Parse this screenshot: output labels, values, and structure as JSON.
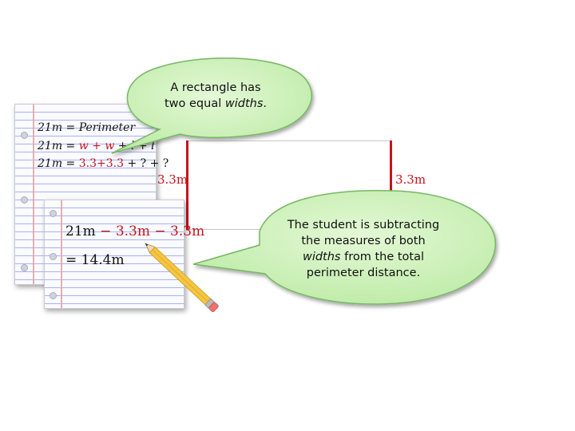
{
  "note_sheet_back": {
    "line1": {
      "lhs": "21m = ",
      "rhs": "Perimeter"
    },
    "line2": {
      "lhs": "21m = ",
      "w1": "w",
      "plus1": " + ",
      "w2": "w",
      "rest": " + l + l"
    },
    "line3": {
      "lhs": "21m = ",
      "v1": "3.3",
      "plus1": "+",
      "v2": "3.3",
      "rest": " + ? + ?"
    }
  },
  "note_sheet_front": {
    "line1": {
      "lhs": "21m",
      "minus1": " − ",
      "v1": "3.3m",
      "minus2": " − ",
      "v2": "3.3m"
    },
    "line2": {
      "text": "= 14.4m"
    }
  },
  "rectangle": {
    "left_width_label": "3.3m",
    "right_width_label": "3.3m"
  },
  "bubble_top": {
    "line1": "A rectangle has",
    "line2_pre": "two equal ",
    "line2_em": "widths",
    "line2_post": "."
  },
  "bubble_bottom": {
    "line1": "The student is subtracting",
    "line2": "the measures of both",
    "line3_em": "widths",
    "line3_post": " from the total",
    "line4": "perimeter distance."
  },
  "colors": {
    "bubble_fill": "#c8f0b4",
    "bubble_stroke": "#77b765",
    "highlight_red": "#c5141e",
    "paper_line": "#9fb4ef"
  }
}
